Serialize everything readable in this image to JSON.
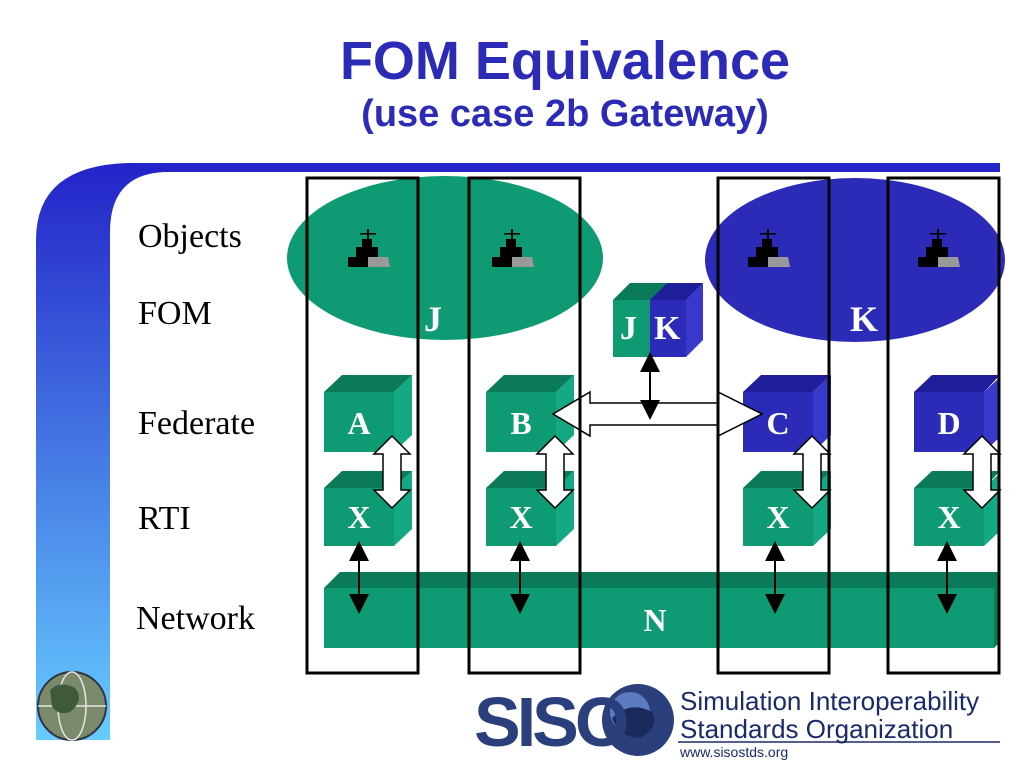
{
  "slide": {
    "title": "FOM Equivalence",
    "subtitle": "(use case 2b Gateway)"
  },
  "row_labels": {
    "objects": "Objects",
    "fom": "FOM",
    "federate": "Federate",
    "rti": "RTI",
    "network": "Network"
  },
  "fom_groups": {
    "left": "J",
    "right": "K",
    "gateway_left": "J",
    "gateway_right": "K"
  },
  "federates": [
    {
      "name": "A",
      "rti": "X"
    },
    {
      "name": "B",
      "rti": "X"
    },
    {
      "name": "C",
      "rti": "X"
    },
    {
      "name": "D",
      "rti": "X"
    }
  ],
  "network_label": "N",
  "footer": {
    "logo_text": "SISO",
    "org_line1": "Simulation Interoperability",
    "org_line2": "Standards Organization",
    "url": "www.sisostds.org"
  },
  "colors": {
    "title": "#2b2bb8",
    "green": "#0e9a72",
    "green_dark": "#0b7a58",
    "blue": "#2b2bb8",
    "gradient_top": "#2323c8",
    "gradient_bottom": "#66ccff"
  },
  "icons": [
    "ship-icon",
    "globe-icon"
  ]
}
